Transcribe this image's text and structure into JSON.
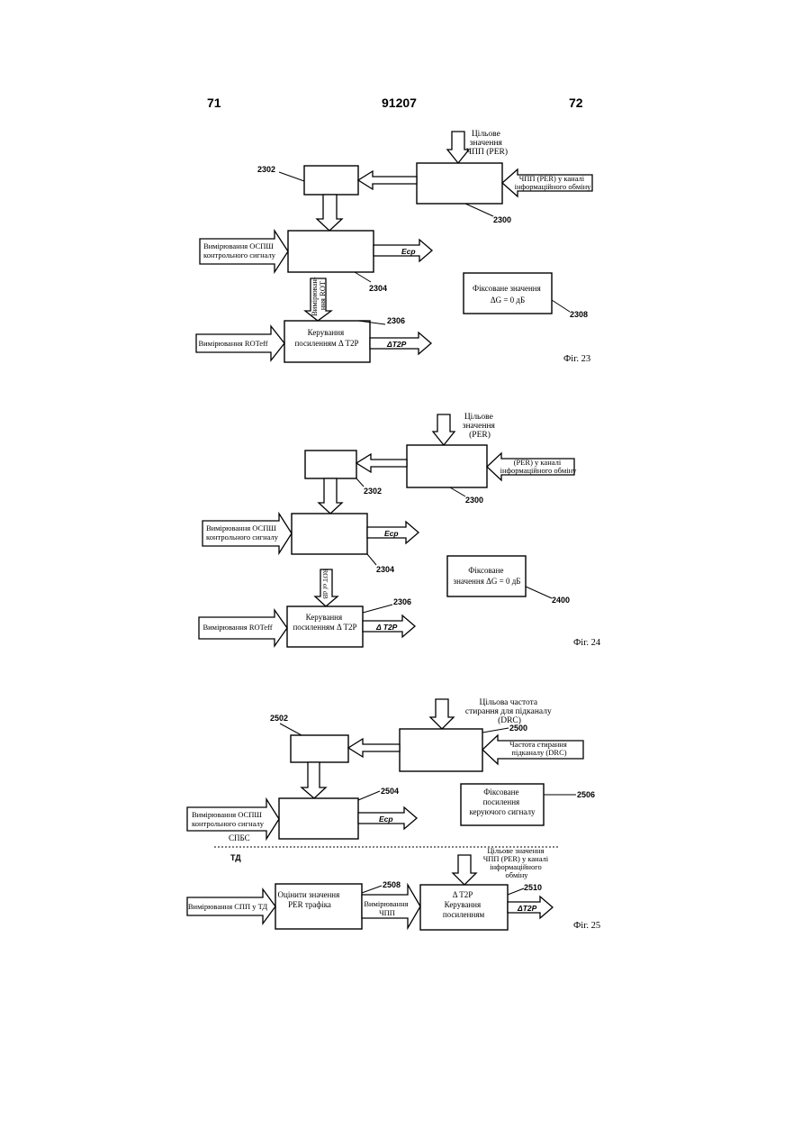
{
  "header": {
    "left_page": "71",
    "doc_number": "91207",
    "right_page": "72"
  },
  "fig23": {
    "caption": "Фіг. 23",
    "target_label": [
      "Цільове",
      "значення",
      "ЧПП (PER)"
    ],
    "per_channel_label": [
      "ЧПП (PER) у каналі",
      "інформаційного обміну"
    ],
    "label_2302": "2302",
    "label_2300": "2300",
    "pilot_meas_label": [
      "Вимірювання ОСПШ",
      "контрольного сигналу"
    ],
    "ecp_label": "Eср",
    "label_2304": "2304",
    "rot_meas_label": [
      "Вимірюван-",
      "ння ROT"
    ],
    "fixed_label": [
      "Фіксоване значення",
      "ΔG = 0 дБ"
    ],
    "label_2308": "2308",
    "roteff_label": "Вимірювання ROTeff",
    "control_label": [
      "Керування",
      "посиленням Δ T2P"
    ],
    "label_2306": "2306",
    "t2p_label": "ΔT2P"
  },
  "fig24": {
    "caption": "Фіг. 24",
    "target_label": [
      "Цільове",
      "значення",
      "(PER)"
    ],
    "per_channel_label": [
      "(PER) у каналі",
      "інформаційного обміну"
    ],
    "label_2302": "2302",
    "label_2300": "2300",
    "pilot_meas_label": [
      "Вимірювання ОСПШ",
      "контрольного сигналу"
    ],
    "ecp_label": "Eср",
    "label_2304": "2304",
    "rot_meas_label": "ROT of dB",
    "fixed_label": [
      "Фіксоване",
      "значення ΔG = 0 дБ"
    ],
    "label_2400": "2400",
    "roteff_label": "Вимірювання ROTeff",
    "control_label": [
      "Керування",
      "посиленням Δ T2P"
    ],
    "label_2306": "2306",
    "t2p_label": "Δ T2P"
  },
  "fig25": {
    "caption": "Фіг. 25",
    "target_label": [
      "Цільова частота",
      "стирання для підканалу",
      "(DRC)"
    ],
    "erasure_label": [
      "Частота стирання",
      "підканалу (DRC)"
    ],
    "label_2502": "2502",
    "label_2500": "2500",
    "pilot_meas_label": [
      "Вимірювання ОСПШ",
      "контрольного сигналу"
    ],
    "ecp_label": "Eср",
    "label_2504": "2504",
    "fixed_label": [
      "Фіксоване",
      "посилення",
      "керуючого сигналу"
    ],
    "label_2506": "2506",
    "bs_label": "СПБС",
    "at_label": "ТД",
    "target_per_label": [
      "Цільове значення",
      "ЧПП (PER) у каналі",
      "інформаційного",
      "обміну"
    ],
    "estimate_label": [
      "Оцінити значення",
      "PER трафіка"
    ],
    "label_2508": "2508",
    "spp_meas_label": "Вимірювання СПП у ТД",
    "chpp_meas_label": [
      "Вимірювання",
      "ЧПП"
    ],
    "control_label": [
      "Δ   T2P",
      "Керування",
      "посиленням"
    ],
    "label_2510": "2510",
    "t2p_label": "ΔT2P"
  }
}
